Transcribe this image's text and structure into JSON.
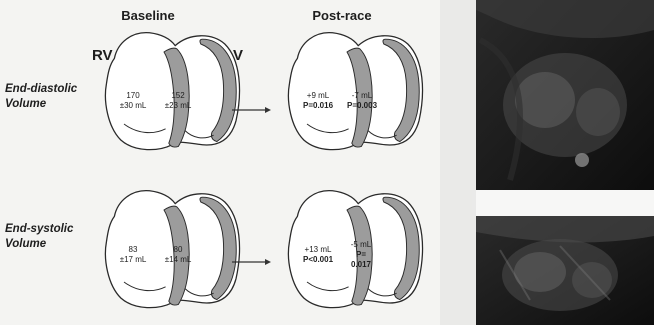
{
  "headers": {
    "baseline": "Baseline",
    "post_race": "Post-race"
  },
  "chambers": {
    "rv": "RV",
    "lv": "LV"
  },
  "rows": {
    "diastolic": {
      "label_line1": "End-diastolic",
      "label_line2": "Volume",
      "baseline": {
        "rv_line1": "170",
        "rv_line2": "±30 mL",
        "lv_line1": "152",
        "lv_line2": "±23 mL"
      },
      "post": {
        "rv_line1": "+9 mL",
        "rv_line2": "P=0.016",
        "lv_line1": "-7 mL",
        "lv_line2": "P=0.003"
      }
    },
    "systolic": {
      "label_line1": "End-systolic",
      "label_line2": "Volume",
      "baseline": {
        "rv_line1": "83",
        "rv_line2": "±17 mL",
        "lv_line1": "80",
        "lv_line2": "±14 mL"
      },
      "post": {
        "rv_line1": "+13 mL",
        "rv_line2": "P<0.001",
        "lv_line1": "-5 mL",
        "lv_line2": "P=",
        "lv_line3": "0.017"
      }
    }
  },
  "colors": {
    "myocardium": "#9c9c9c",
    "mri_background": "#151515"
  }
}
